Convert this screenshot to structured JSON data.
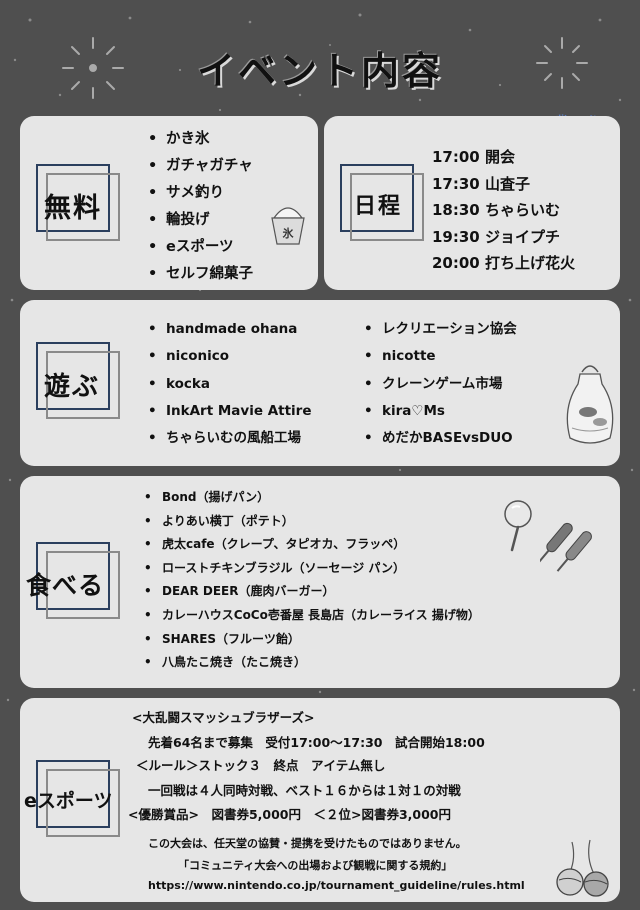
{
  "title": "イベント内容",
  "free": {
    "label": "無料",
    "items": [
      "かき氷",
      "ガチャガチャ",
      "サメ釣り",
      "輪投げ",
      "eスポーツ",
      "セルフ綿菓子"
    ],
    "icon": "shaved-ice-icon",
    "icon_text": "氷"
  },
  "schedule": {
    "label": "日程",
    "items": [
      "17:00 開会",
      "17:30 山査子",
      "18:30 ちゃらいむ",
      "19:30 ジョイプチ",
      "20:00 打ち上げ花火"
    ]
  },
  "play": {
    "label": "遊ぶ",
    "left": [
      "handmade ohana",
      "niconico",
      "kocka",
      "InkArt Mavie Attire",
      "ちゃらいむの風船工場"
    ],
    "right": [
      "レクリエーション協会",
      "nicotte",
      "クレーンゲーム市場",
      "kira♡Ms",
      "めだかBASEvsDUO"
    ]
  },
  "eat": {
    "label": "食べる",
    "items": [
      "Bond（揚げパン）",
      "よりあい横丁（ポテト）",
      "虎太cafe（クレープ、タピオカ、フラッペ）",
      "ローストチキンブラジル（ソーセージ パン）",
      "DEAR DEER（鹿肉バーガー）",
      "カレーハウスCoCo壱番屋 長島店（カレーライス 揚げ物）",
      "SHARES（フルーツ飴）",
      "八鳥たこ焼き（たこ焼き）"
    ]
  },
  "esports": {
    "label": "eスポーツ",
    "lines": [
      "<大乱闘スマッシュブラザーズ>",
      "先着64名まで募集　受付17:00〜17:30　試合開始18:00",
      "＜ルール＞ストック３　終点　アイテム無し",
      "一回戦は４人同時対戦、ベスト１６からは１対１の対戦",
      "<優勝賞品>　図書券5,000円　＜２位>図書券3,000円",
      "この大会は、任天堂の協賛・提携を受けたものではありません。",
      "「コミュニティ大会への出場および観戦に関する規約」",
      "https://www.nintendo.co.jp/tournament_guideline/rules.html"
    ]
  },
  "colors": {
    "background": "#4f4f4f",
    "panel": "#e6e6e6",
    "frame": "#2b3f5e"
  }
}
